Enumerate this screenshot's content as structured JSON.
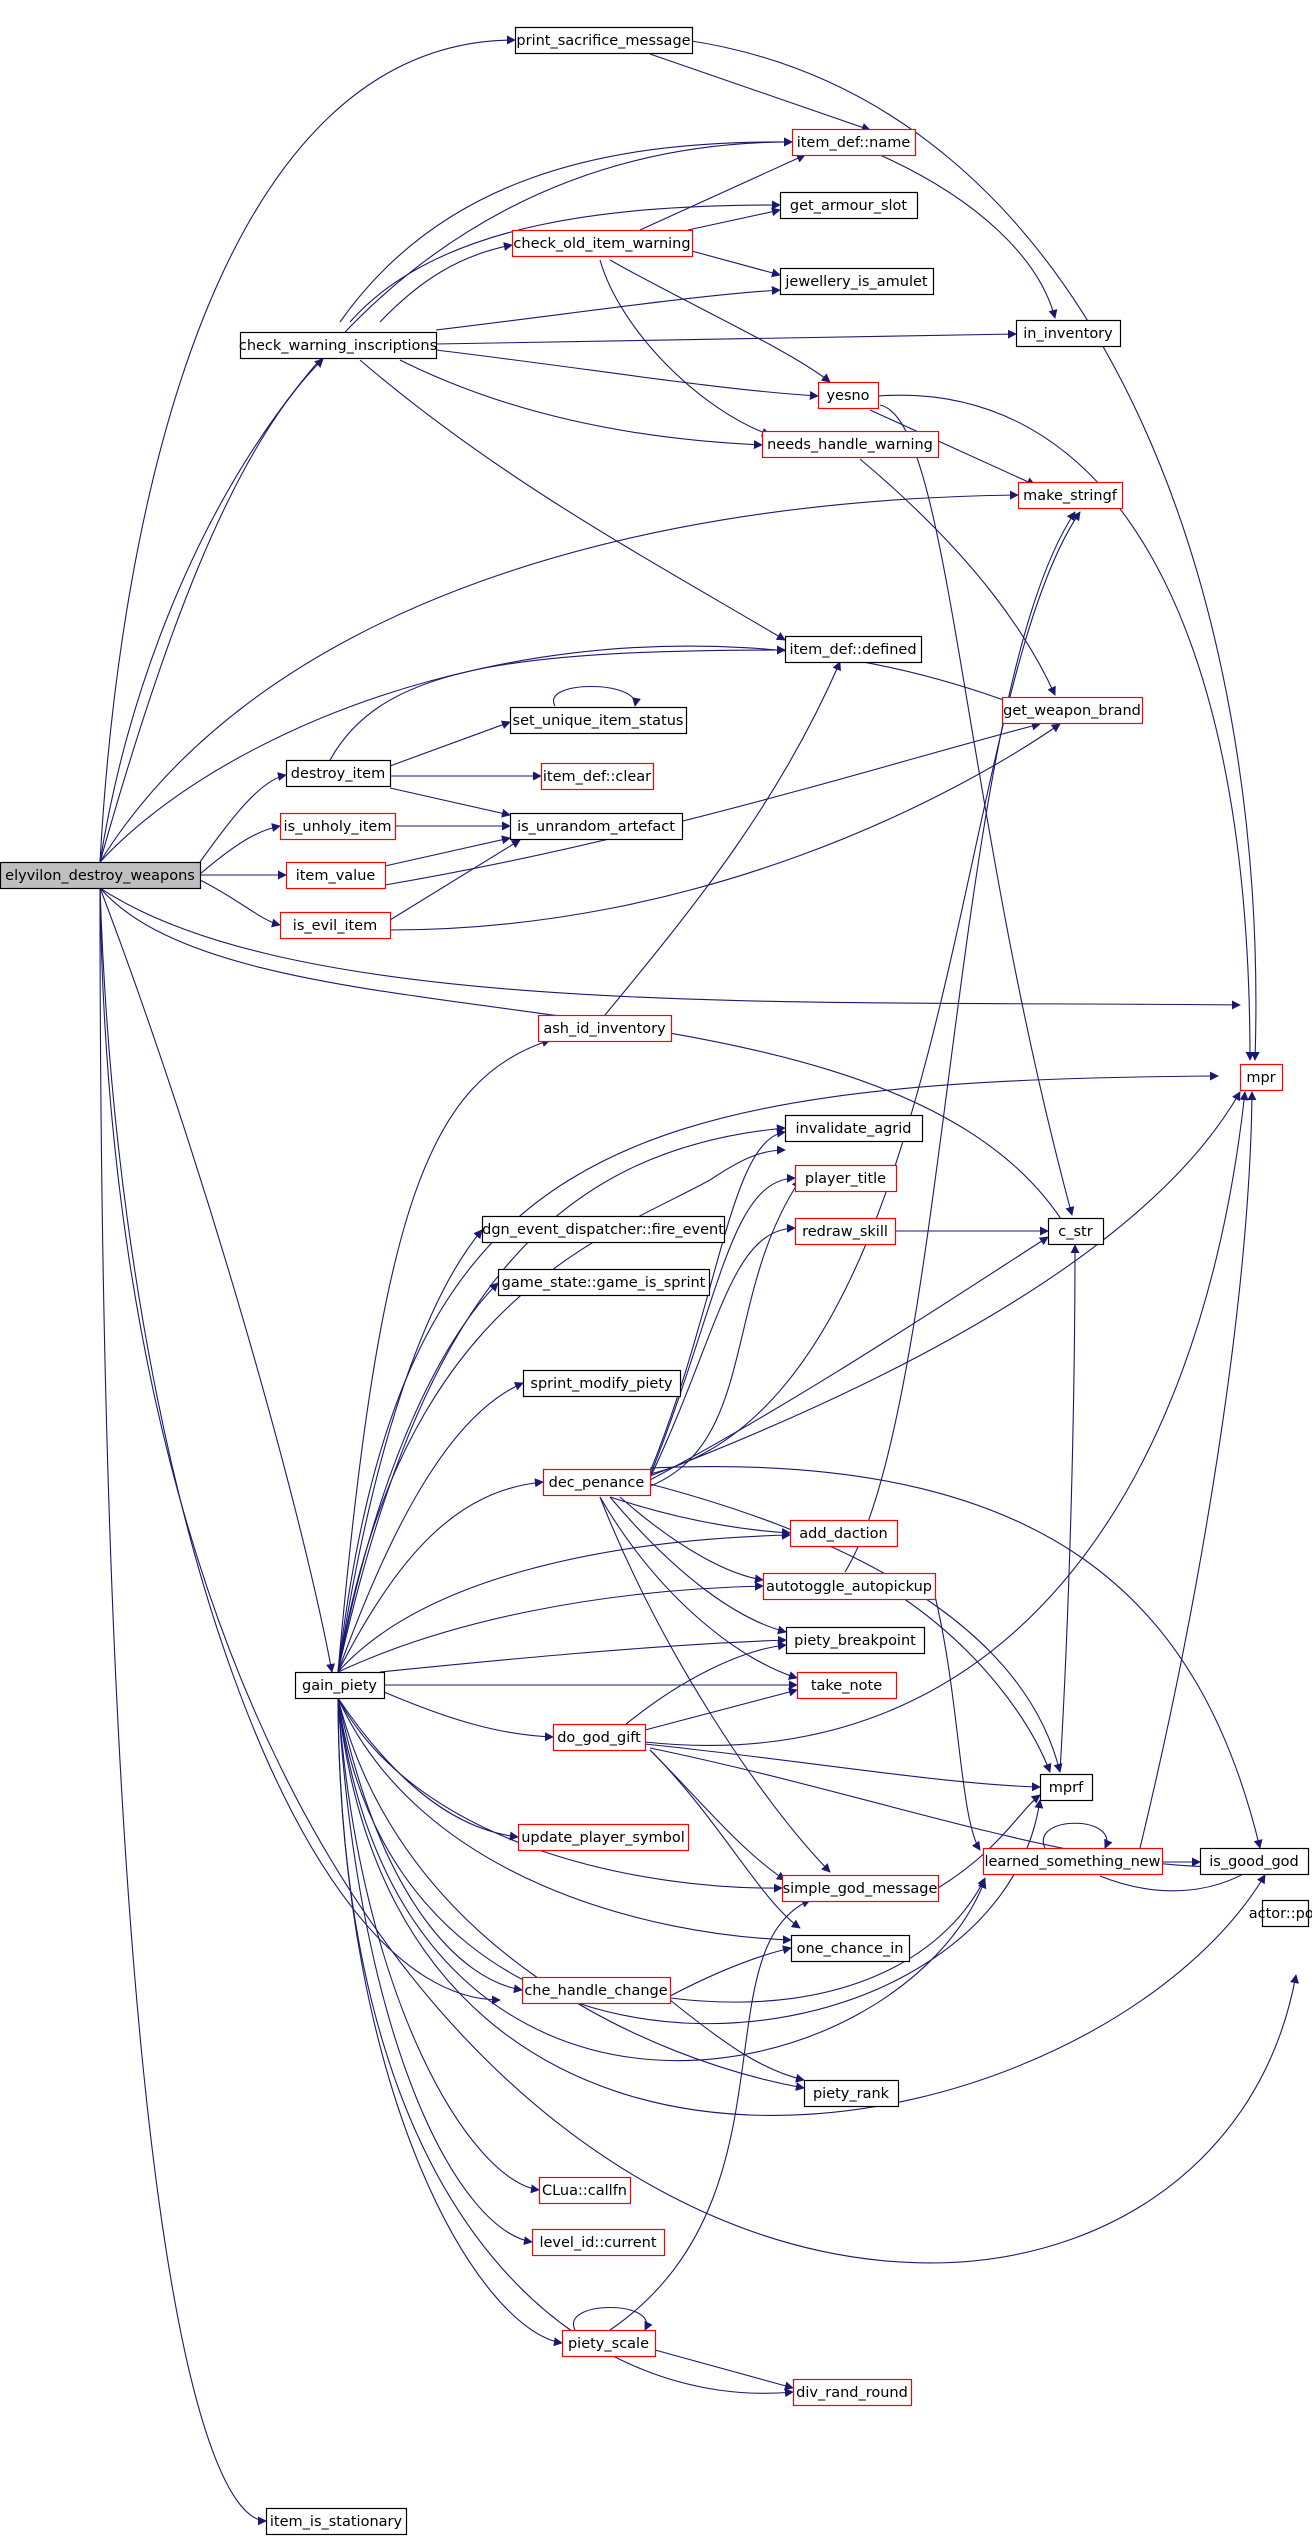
{
  "colors": {
    "edge": "#191970",
    "border_normal": "#000000",
    "border_truncated": "#ff0000",
    "root_fill": "#bfbfbf",
    "node_fill": "#ffffff"
  },
  "nodes": [
    {
      "id": "root",
      "label": "elyvilon_destroy_weapons",
      "style": "root"
    },
    {
      "id": "psm",
      "label": "print_sacrifice_message",
      "style": "normal"
    },
    {
      "id": "idname",
      "label": "item_def::name",
      "style": "truncated"
    },
    {
      "id": "cwi",
      "label": "check_warning_inscriptions",
      "style": "normal"
    },
    {
      "id": "coiw",
      "label": "check_old_item_warning",
      "style": "truncated"
    },
    {
      "id": "gas",
      "label": "get_armour_slot",
      "style": "normal"
    },
    {
      "id": "jia",
      "label": "jewellery_is_amulet",
      "style": "normal"
    },
    {
      "id": "ininv",
      "label": "in_inventory",
      "style": "normal"
    },
    {
      "id": "yesno",
      "label": "yesno",
      "style": "truncated"
    },
    {
      "id": "nhw",
      "label": "needs_handle_warning",
      "style": "truncated"
    },
    {
      "id": "mks",
      "label": "make_stringf",
      "style": "truncated"
    },
    {
      "id": "iddef",
      "label": "item_def::defined",
      "style": "normal"
    },
    {
      "id": "suis",
      "label": "set_unique_item_status",
      "style": "normal"
    },
    {
      "id": "gwb",
      "label": "get_weapon_brand",
      "style": "truncated"
    },
    {
      "id": "destroy",
      "label": "destroy_item",
      "style": "normal"
    },
    {
      "id": "idclear",
      "label": "item_def::clear",
      "style": "truncated"
    },
    {
      "id": "isunholy",
      "label": "is_unholy_item",
      "style": "truncated"
    },
    {
      "id": "isunrand",
      "label": "is_unrandom_artefact",
      "style": "normal"
    },
    {
      "id": "itemvalue",
      "label": "item_value",
      "style": "truncated"
    },
    {
      "id": "isevil",
      "label": "is_evil_item",
      "style": "truncated"
    },
    {
      "id": "ashid",
      "label": "ash_id_inventory",
      "style": "truncated"
    },
    {
      "id": "mpr",
      "label": "mpr",
      "style": "truncated"
    },
    {
      "id": "invag",
      "label": "invalidate_agrid",
      "style": "normal"
    },
    {
      "id": "ptitle",
      "label": "player_title",
      "style": "truncated"
    },
    {
      "id": "dgnfire",
      "label": "dgn_event_dispatcher::fire_event",
      "style": "normal"
    },
    {
      "id": "redraw",
      "label": "redraw_skill",
      "style": "truncated"
    },
    {
      "id": "cstr",
      "label": "c_str",
      "style": "normal"
    },
    {
      "id": "sprint",
      "label": "game_state::game_is_sprint",
      "style": "normal"
    },
    {
      "id": "smp",
      "label": "sprint_modify_piety",
      "style": "normal"
    },
    {
      "id": "decpen",
      "label": "dec_penance",
      "style": "truncated"
    },
    {
      "id": "adddac",
      "label": "add_daction",
      "style": "truncated"
    },
    {
      "id": "autotog",
      "label": "autotoggle_autopickup",
      "style": "truncated"
    },
    {
      "id": "gainp",
      "label": "gain_piety",
      "style": "normal"
    },
    {
      "id": "pbreak",
      "label": "piety_breakpoint",
      "style": "normal"
    },
    {
      "id": "takenote",
      "label": "take_note",
      "style": "truncated"
    },
    {
      "id": "dogg",
      "label": "do_god_gift",
      "style": "truncated"
    },
    {
      "id": "mprf",
      "label": "mprf",
      "style": "normal"
    },
    {
      "id": "ups",
      "label": "update_player_symbol",
      "style": "truncated"
    },
    {
      "id": "lsn",
      "label": "learned_something_new",
      "style": "truncated"
    },
    {
      "id": "isgood",
      "label": "is_good_god",
      "style": "normal"
    },
    {
      "id": "sgm",
      "label": "simple_god_message",
      "style": "truncated"
    },
    {
      "id": "actpos",
      "label": "actor::pos",
      "style": "normal"
    },
    {
      "id": "chehc",
      "label": "che_handle_change",
      "style": "truncated"
    },
    {
      "id": "oci",
      "label": "one_chance_in",
      "style": "normal"
    },
    {
      "id": "prank",
      "label": "piety_rank",
      "style": "normal"
    },
    {
      "id": "clua",
      "label": "CLua::callfn",
      "style": "truncated"
    },
    {
      "id": "lvlcur",
      "label": "level_id::current",
      "style": "truncated"
    },
    {
      "id": "pscale",
      "label": "piety_scale",
      "style": "truncated"
    },
    {
      "id": "drr",
      "label": "div_rand_round",
      "style": "truncated"
    },
    {
      "id": "iis",
      "label": "item_is_stationary",
      "style": "normal"
    }
  ]
}
